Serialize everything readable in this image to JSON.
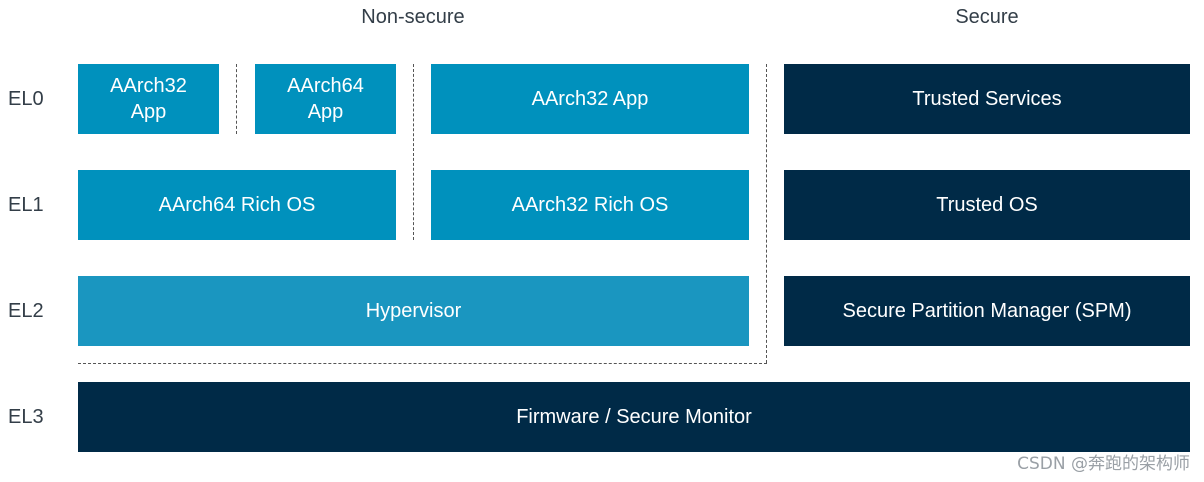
{
  "headers": {
    "non_secure": "Non-secure",
    "secure": "Secure"
  },
  "levels": {
    "el0": "EL0",
    "el1": "EL1",
    "el2": "EL2",
    "el3": "EL3"
  },
  "boxes": {
    "aarch32_app_small": "AArch32\nApp",
    "aarch64_app_small": "AArch64\nApp",
    "aarch32_app_wide": "AArch32 App",
    "trusted_services": "Trusted Services",
    "aarch64_rich_os": "AArch64 Rich OS",
    "aarch32_rich_os": "AArch32 Rich OS",
    "trusted_os": "Trusted OS",
    "hypervisor": "Hypervisor",
    "spm": "Secure Partition Manager (SPM)",
    "firmware": "Firmware / Secure Monitor"
  },
  "watermark": "CSDN @奔跑的架构师",
  "colors": {
    "non_secure_box": "#0091bd",
    "hypervisor_box": "#1a96c0",
    "secure_box": "#002a47",
    "label_text": "#333e48"
  }
}
